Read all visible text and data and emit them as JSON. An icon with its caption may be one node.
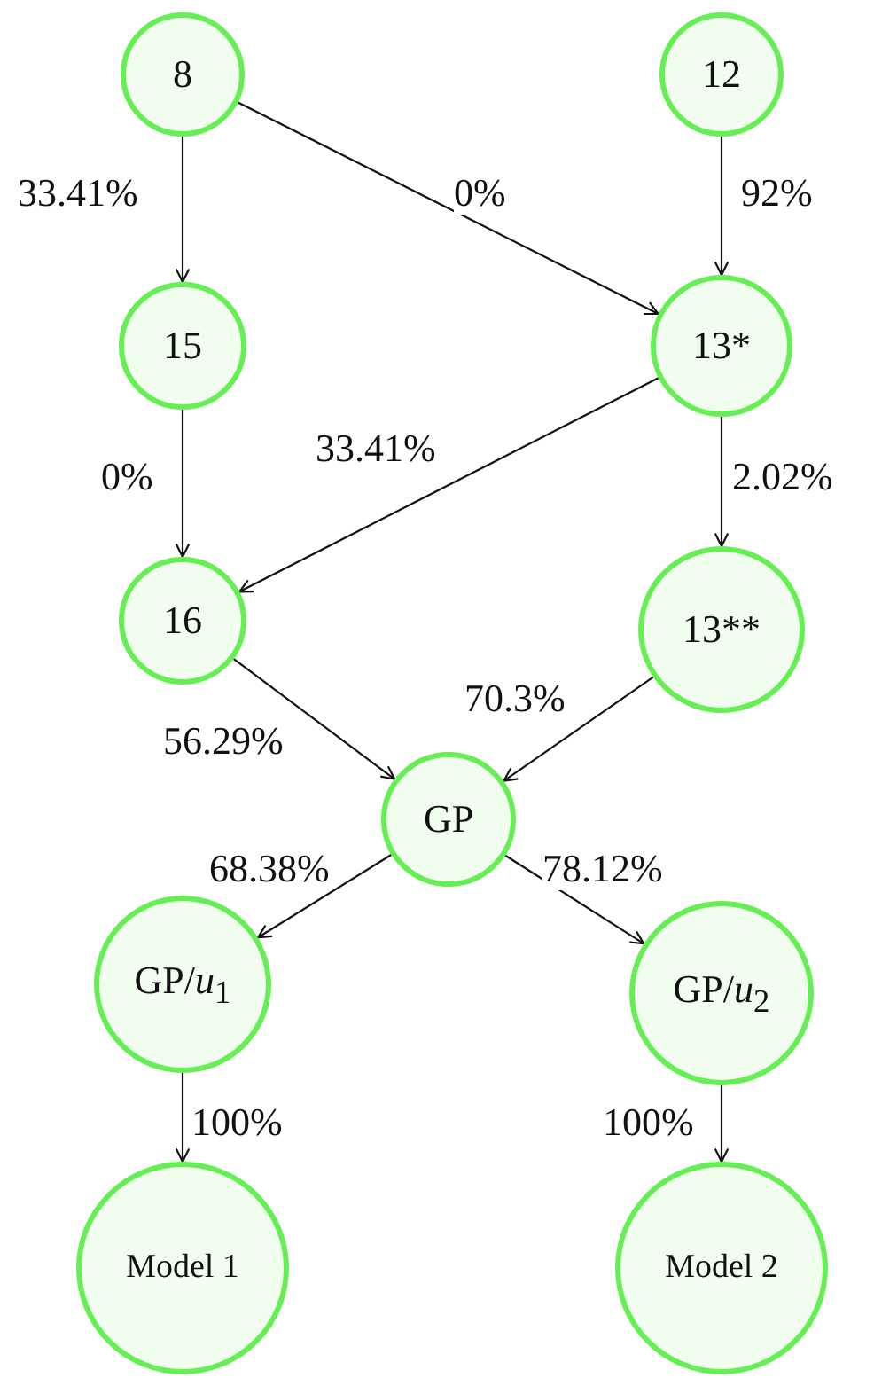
{
  "diagram": {
    "nodes": [
      {
        "text": [
          "8"
        ]
      },
      {
        "text": [
          "12"
        ]
      },
      {
        "text": [
          "15"
        ]
      },
      {
        "text": [
          "13*"
        ]
      },
      {
        "text": [
          "16"
        ]
      },
      {
        "text": [
          "13**"
        ]
      },
      {
        "text": [
          "GP"
        ]
      },
      {
        "text": [
          "GP/*u*$_{1}$"
        ]
      },
      {
        "text": [
          "GP/*u*$_{2}$"
        ]
      },
      {
        "text": [
          "Model 1"
        ]
      },
      {
        "text": [
          "Model 2"
        ]
      }
    ],
    "edges": [
      {
        "from": 0,
        "to": 2,
        "arrow": "to",
        "label": "33.41%"
      },
      {
        "from": 0,
        "to": 3,
        "arrow": "to",
        "label": "0%"
      },
      {
        "from": 1,
        "to": 3,
        "arrow": "to",
        "label": "92%"
      },
      {
        "from": 2,
        "to": 4,
        "arrow": "to",
        "label": "0%"
      },
      {
        "from": 3,
        "to": 4,
        "arrow": "to",
        "label": "33.41%"
      },
      {
        "from": 3,
        "to": 5,
        "arrow": "to",
        "label": "2.02%"
      },
      {
        "from": 4,
        "to": 6,
        "arrow": "to",
        "label": "56.29%"
      },
      {
        "from": 5,
        "to": 6,
        "arrow": "to",
        "label": "70.3%"
      },
      {
        "from": 6,
        "to": 7,
        "arrow": "to",
        "label": "68.38%"
      },
      {
        "from": 6,
        "to": 8,
        "arrow": "to",
        "label": "78.12%"
      },
      {
        "from": 7,
        "to": 9,
        "arrow": "to",
        "label": "100%"
      },
      {
        "from": 8,
        "to": 10,
        "arrow": "to",
        "label": "100%"
      }
    ]
  }
}
